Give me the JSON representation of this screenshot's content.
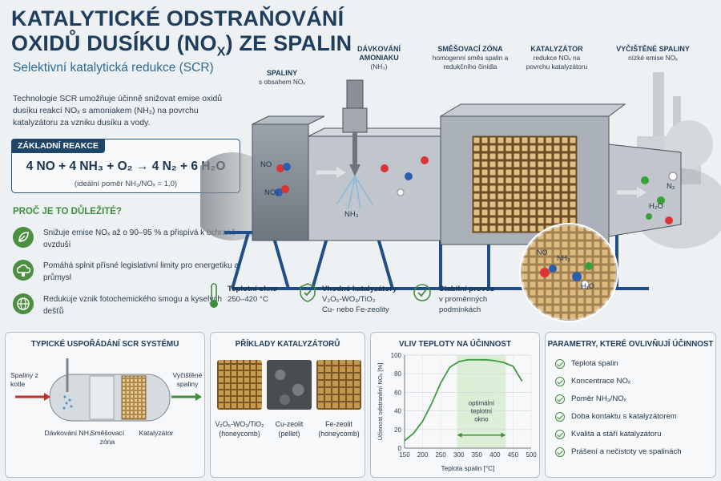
{
  "header": {
    "title_line1": "KATALYTICKÉ ODSTRAŇOVÁNÍ",
    "title_line2_pre": "OXIDŮ DUSÍKU (NO",
    "title_line2_sub": "X",
    "title_line2_post": ") ZE SPALIN",
    "subtitle": "Selektivní katalytická redukce (SCR)"
  },
  "intro": "Technologie SCR umožňuje účinně snižovat emise oxidů dusíku reakcí NOₓ s amoniakem (NH₃) na povrchu katalyzátoru za vzniku dusíku a vody.",
  "reaction": {
    "tag": "ZÁKLADNÍ REAKCE",
    "equation": "4 NO + 4 NH₃ + O₂ → 4 N₂ + 6 H₂O",
    "note": "(ideální poměr NH₃/NOₓ = 1,0)"
  },
  "why": {
    "title": "PROČ JE TO DŮLEŽITÉ?",
    "items": [
      {
        "icon": "leaf-icon",
        "text": "Snižuje emise NOₓ až o 90–95 % a přispívá k ochraně ovzduší"
      },
      {
        "icon": "cloud-factory-icon",
        "text": "Pomáhá splnit přísné legislativní limity pro energetiku a průmysl"
      },
      {
        "icon": "globe-icon",
        "text": "Redukuje vznik fotochemického smogu a kyselých dešťů"
      }
    ]
  },
  "diagram_labels": {
    "flue_gas": {
      "title": "SPALINY",
      "sub": "s obsahem NOₓ"
    },
    "dosing": {
      "title": "DÁVKOVÁNÍ AMONIAKU",
      "sub": "(NH₃)"
    },
    "mixing": {
      "title": "SMĚŠOVACÍ ZÓNA",
      "sub": "homogenní směs spalin a redukčního činidla"
    },
    "catalyst": {
      "title": "KATALYZÁTOR",
      "sub": "redukce NOₓ na povrchu katalyzátoru"
    },
    "clean": {
      "title": "VYČIŠTĚNÉ SPALINY",
      "sub": "nízké emise NOₓ"
    }
  },
  "molecules": {
    "no": "NO",
    "no2": "NO₂",
    "nh3": "NH₃",
    "n2": "N₂",
    "h2o": "H₂O"
  },
  "conditions": [
    {
      "icon": "thermometer-icon",
      "title": "Teplotní okno",
      "value": "250–420 °C"
    },
    {
      "icon": "shield-check-icon",
      "title": "Vhodné katalyzátory",
      "value": "V₂O₅-WO₃/TiO₂",
      "value2": "Cu- nebo Fe-zeolity"
    },
    {
      "icon": "check-circle-icon",
      "title": "Stabilní provoz",
      "value": "v proměnných",
      "value2": "podmínkách"
    }
  ],
  "panel_layout": {
    "title": "TYPICKÉ USPOŘÁDÁNÍ SCR SYSTÉMU",
    "inlet": "Spaliny z kotle",
    "outlet": "Vyčištěné spaliny",
    "dosing": "Dávkování NH₃",
    "mixing": "Směšovací zóna",
    "catalyst": "Katalyzátor"
  },
  "panel_catalysts": {
    "title": "PŘÍKLADY KATALYZÁTORŮ",
    "items": [
      {
        "name": "V₂O₅-WO₃/TiO₂",
        "form": "(honeycomb)",
        "color": "#c89a4e"
      },
      {
        "name": "Cu-zeolit",
        "form": "(pellet)",
        "color": "#5a5d60"
      },
      {
        "name": "Fe-zeolit",
        "form": "(honeycomb)",
        "color": "#c4974f"
      }
    ]
  },
  "chart_data": {
    "type": "line",
    "title": "VLIV TEPLOTY NA ÚČINNOST",
    "xlabel": "Teplota spalin [°C]",
    "ylabel": "Účinnost odstranění NOₓ [%]",
    "xlim": [
      150,
      500
    ],
    "ylim": [
      0,
      100
    ],
    "xticks": [
      150,
      200,
      250,
      300,
      350,
      400,
      450,
      500
    ],
    "yticks": [
      0,
      20,
      40,
      60,
      80,
      100
    ],
    "series": [
      {
        "x": [
          150,
          175,
          200,
          225,
          250,
          275,
          300,
          325,
          350,
          375,
          400,
          425,
          450,
          475
        ],
        "y": [
          8,
          16,
          29,
          48,
          70,
          87,
          93,
          95,
          95,
          95,
          94,
          92,
          88,
          72
        ],
        "color": "#3f9a3f"
      }
    ],
    "annotation": {
      "text_line1": "optimální",
      "text_line2": "teplotní",
      "text_line3": "okno",
      "range": [
        295,
        430
      ]
    },
    "grid": true
  },
  "panel_params": {
    "title": "PARAMETRY, KTERÉ OVLIVŇUJÍ ÚČINNOST",
    "items": [
      "Teplota spalin",
      "Koncentrace NOₓ",
      "Poměr NH₃/NOₓ",
      "Doba kontaktu s katalyzátorem",
      "Kvalita a stáří katalyzátoru",
      "Prášení a nečistoty ve spalinách"
    ]
  },
  "colors": {
    "title": "#1f3d5c",
    "accent_blue": "#2e6a96",
    "green": "#3f8d3f",
    "structure_blue": "#1f4f86"
  }
}
